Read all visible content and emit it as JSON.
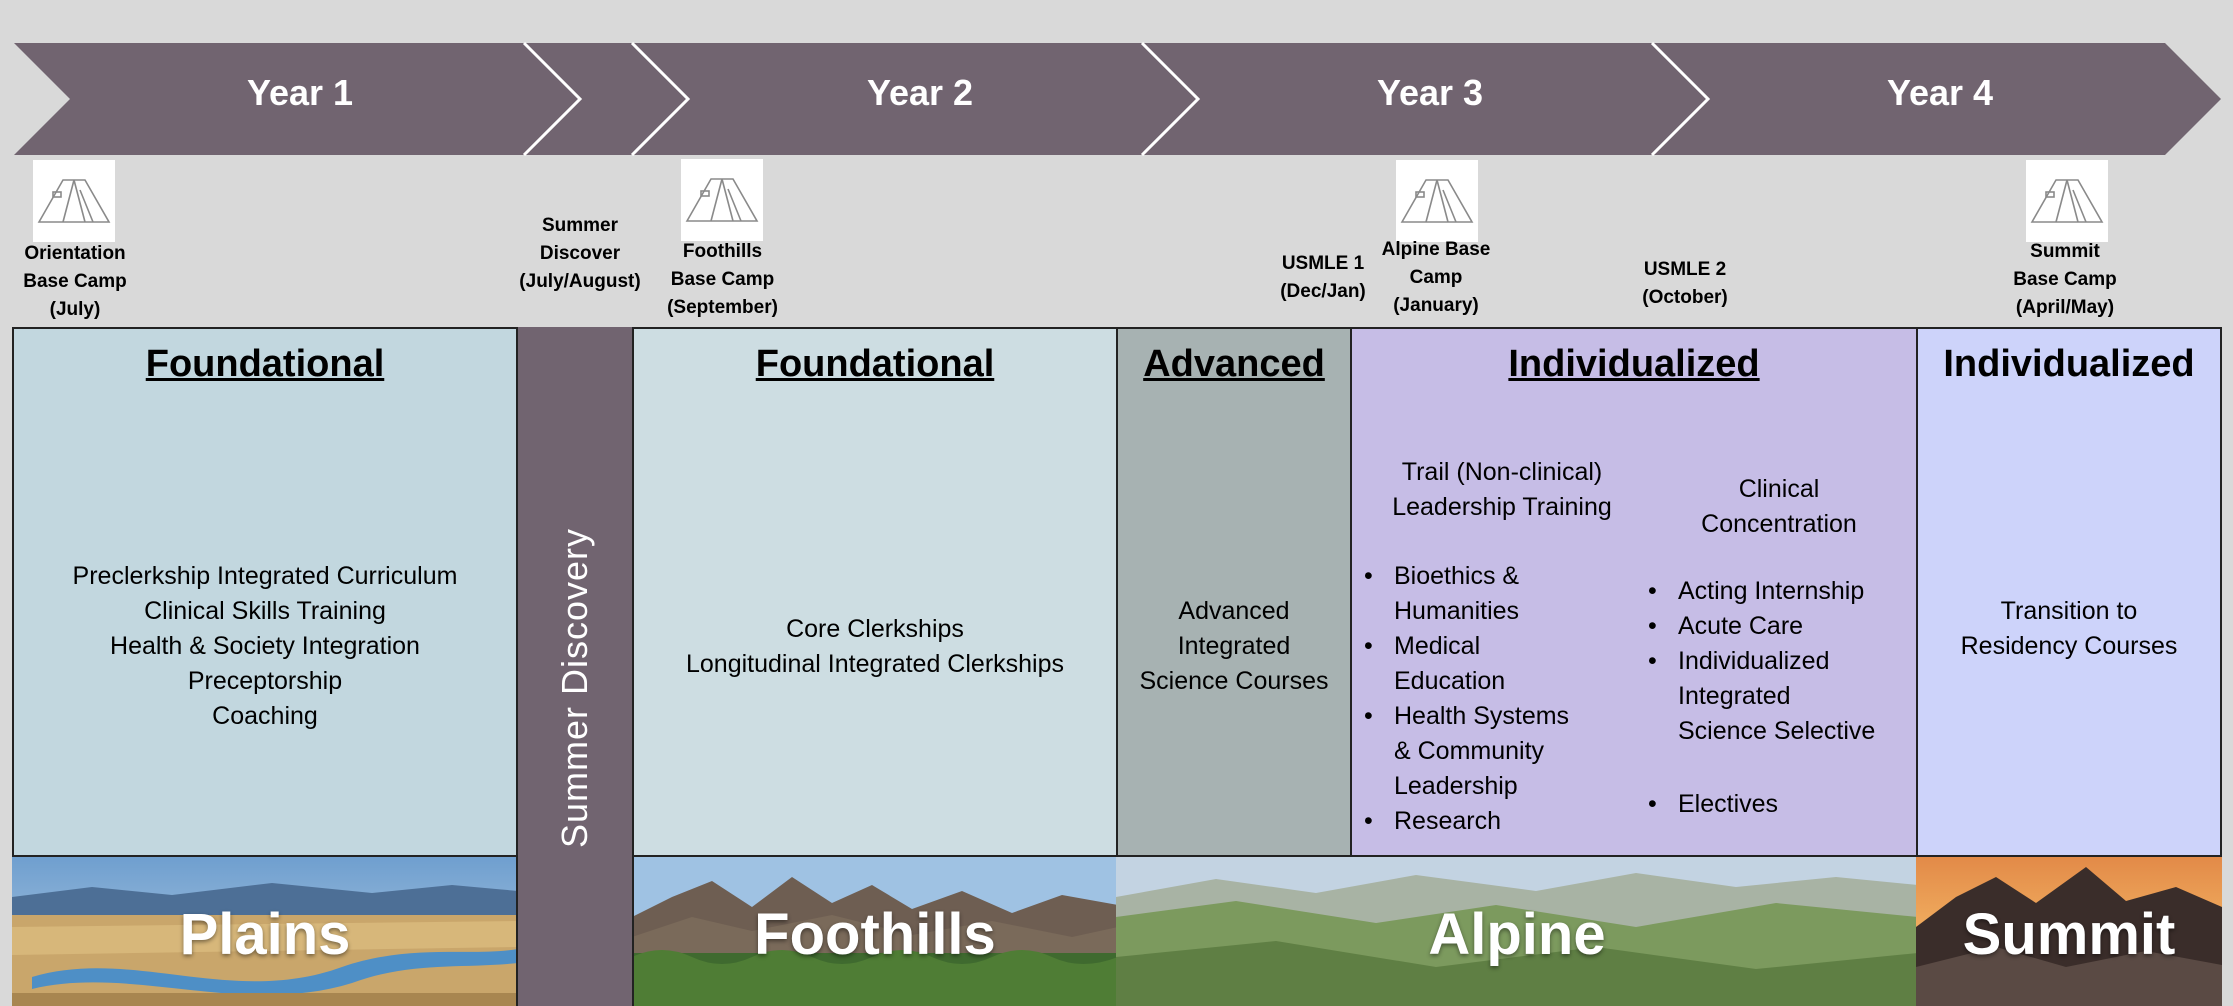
{
  "timeline": {
    "years": [
      "Year 1",
      "Year 2",
      "Year 3",
      "Year 4"
    ]
  },
  "milestones": {
    "orientation": "Orientation\nBase Camp\n(July)",
    "summer": "Summer\nDiscover\n(July/August)",
    "foothills": "Foothills\nBase Camp\n(September)",
    "usmle1": "USMLE 1\n(Dec/Jan)",
    "alpine": "Alpine  Base\nCamp\n(January)",
    "usmle2": "USMLE 2\n(October)",
    "summit": "Summit\nBase Camp\n(April/May)"
  },
  "phases": {
    "year1": {
      "title": "Foundational",
      "lines": [
        "Preclerkship Integrated Curriculum",
        "Clinical Skills Training",
        "Health & Society Integration",
        "Preceptorship",
        "Coaching"
      ]
    },
    "summer_discovery": "Summer Discovery",
    "year2": {
      "title": "Foundational",
      "lines": [
        "Core Clerkships",
        "Longitudinal Integrated Clerkships"
      ]
    },
    "advanced": {
      "title": "Advanced",
      "lines": [
        "Advanced",
        "Integrated",
        "Science Courses"
      ]
    },
    "individualized": {
      "title": "Individualized",
      "trail": {
        "heading": [
          "Trail (Non-clinical)",
          "Leadership Training"
        ],
        "items": [
          "Bioethics &\nHumanities",
          "Medical\nEducation",
          "Health Systems\n& Community\nLeadership",
          "Research"
        ]
      },
      "clinical": {
        "heading": [
          "Clinical",
          "Concentration"
        ],
        "items": [
          "Acting Internship",
          "Acute Care",
          "Individualized\nIntegrated\nScience Selective"
        ],
        "extra": "Electives"
      },
      "bullet": "•"
    },
    "year4": {
      "title": "Individualized",
      "lines": [
        "Transition to",
        "Residency Courses"
      ]
    }
  },
  "scenes": [
    "Plains",
    "Foothills",
    "Alpine",
    "Summit"
  ],
  "colors": {
    "chevron": "#716470",
    "background": "#d9d9d9",
    "foundational1": "#c2d7df",
    "foundational2": "#cddde2",
    "advanced": "#a7b2b2",
    "individualized": "#c6bde6",
    "year4": "#cdd3fa"
  }
}
